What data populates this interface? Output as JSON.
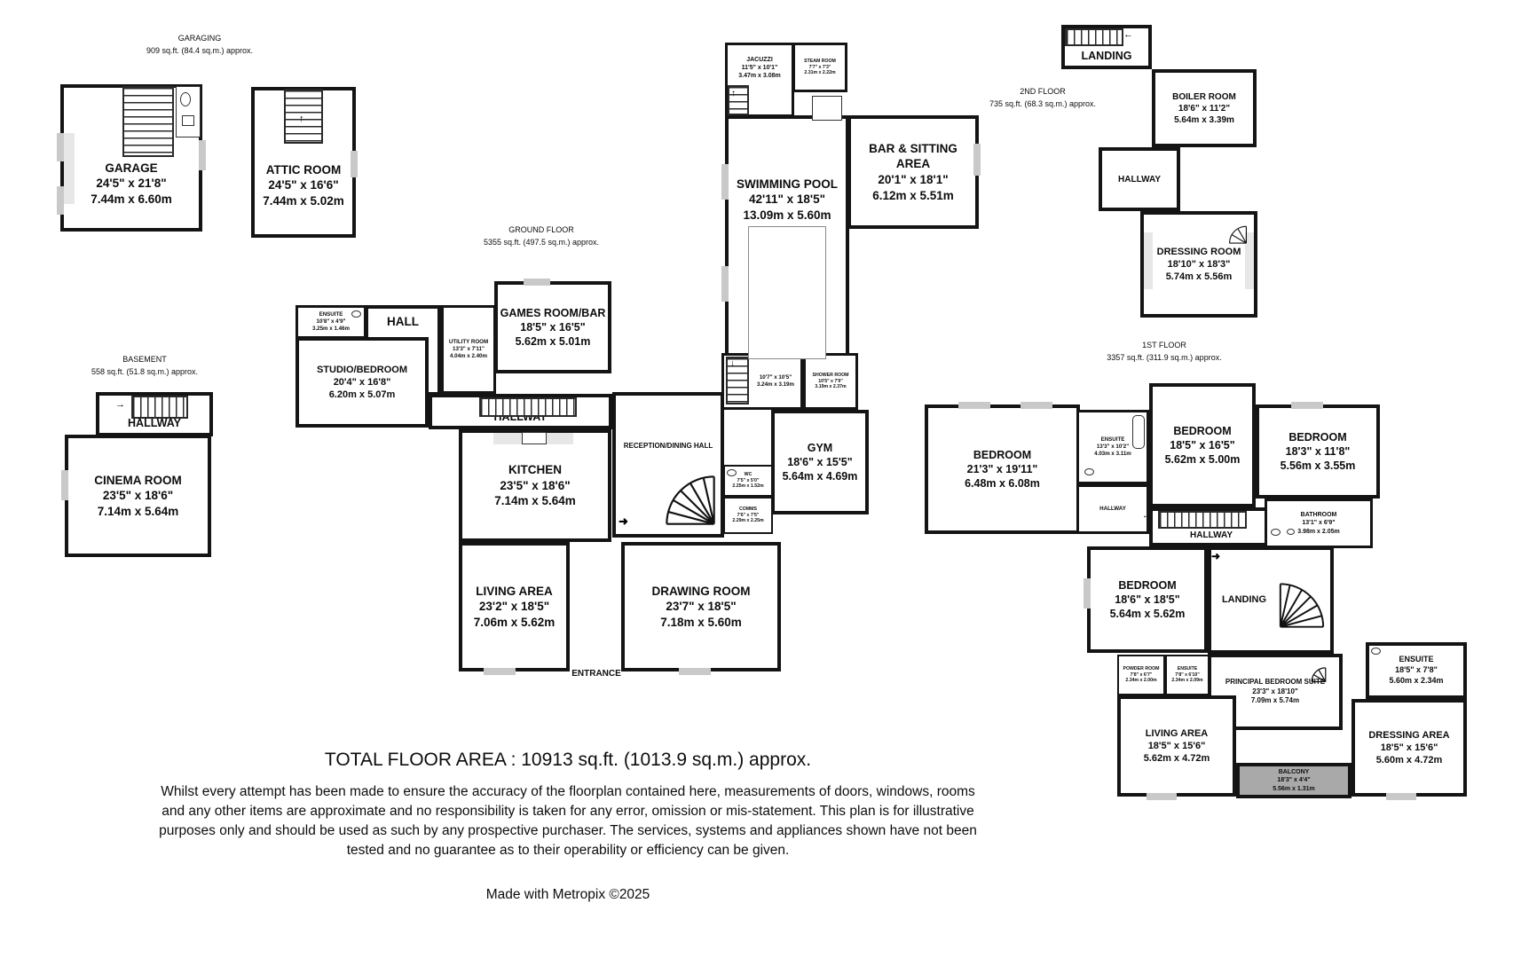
{
  "colors": {
    "wall": "#141414",
    "window_marker": "#c9c9c9",
    "balcony_fill": "#a9a9a9"
  },
  "sections": {
    "garaging": {
      "title": "GARAGING",
      "area": "909 sq.ft. (84.4 sq.m.) approx."
    },
    "basement": {
      "title": "BASEMENT",
      "area": "558 sq.ft. (51.8 sq.m.) approx."
    },
    "ground": {
      "title": "GROUND FLOOR",
      "area": "5355 sq.ft. (497.5 sq.m.) approx."
    },
    "second": {
      "title": "2ND FLOOR",
      "area": "735 sq.ft. (68.3 sq.m.) approx."
    },
    "first": {
      "title": "1ST FLOOR",
      "area": "3357 sq.ft. (311.9 sq.m.) approx."
    }
  },
  "rooms": {
    "garage": {
      "name": "GARAGE",
      "imp": "24'5\" x 21'8\"",
      "met": "7.44m x 6.60m"
    },
    "attic": {
      "name": "ATTIC ROOM",
      "imp": "24'5\" x 16'6\"",
      "met": "7.44m x 5.02m"
    },
    "bHall": {
      "name": "HALLWAY"
    },
    "cinema": {
      "name": "CINEMA ROOM",
      "imp": "23'5\" x 18'6\"",
      "met": "7.14m x 5.64m"
    },
    "jacuzzi": {
      "name": "JACUZZI",
      "imp": "11'5\" x 10'1\"",
      "met": "3.47m x 3.08m"
    },
    "steam": {
      "name": "STEAM ROOM",
      "imp": "7'7\" x 7'3\"",
      "met": "2.31m x 2.22m"
    },
    "pool": {
      "name": "SWIMMING POOL",
      "imp": "42'11\" x 18'5\"",
      "met": "13.09m x 5.60m"
    },
    "bar": {
      "name": "BAR & SITTING AREA",
      "imp": "20'1\" x 18'1\"",
      "met": "6.12m x 5.51m"
    },
    "gEnsuite": {
      "name": "ENSUITE",
      "imp": "10'8\" x 4'9\"",
      "met": "3.25m x 1.46m"
    },
    "hall": {
      "name": "HALL"
    },
    "studio": {
      "name": "STUDIO/BEDROOM",
      "imp": "20'4\" x 16'8\"",
      "met": "6.20m x 5.07m"
    },
    "utility": {
      "name": "UTILITY ROOM",
      "imp": "13'3\" x 7'11\"",
      "met": "4.04m x 2.40m"
    },
    "games": {
      "name": "GAMES ROOM/BAR",
      "imp": "18'5\" x 16'5\"",
      "met": "5.62m x 5.01m"
    },
    "gHall": {
      "name": "HALLWAY"
    },
    "kitchen": {
      "name": "KITCHEN",
      "imp": "23'5\" x 18'6\"",
      "met": "7.14m x 5.64m"
    },
    "reception": {
      "name": "RECEPTION/DINING HALL"
    },
    "stairLobby": {
      "imp": "10'7\" x 10'5\"",
      "met": "3.24m x 3.19m"
    },
    "shower": {
      "name": "SHOWER ROOM",
      "imp": "10'5\" x 7'9\"",
      "met": "3.19m x 2.37m"
    },
    "wc": {
      "name": "WC",
      "imp": "7'5\" x 5'0\"",
      "met": "2.25m x 1.52m"
    },
    "comms": {
      "name": "COMMS",
      "imp": "7'6\" x 7'5\"",
      "met": "2.29m x 2.25m"
    },
    "gym": {
      "name": "GYM",
      "imp": "18'6\" x 15'5\"",
      "met": "5.64m x 4.69m"
    },
    "living": {
      "name": "LIVING AREA",
      "imp": "23'2\" x 18'5\"",
      "met": "7.06m x 5.62m"
    },
    "drawing": {
      "name": "DRAWING ROOM",
      "imp": "23'7\" x 18'5\"",
      "met": "7.18m x 5.60m"
    },
    "entrance": {
      "name": "ENTRANCE"
    },
    "landing2": {
      "name": "LANDING"
    },
    "boiler": {
      "name": "BOILER ROOM",
      "imp": "18'6\" x 11'2\"",
      "met": "5.64m x 3.39m"
    },
    "hallway2": {
      "name": "HALLWAY"
    },
    "dressing2": {
      "name": "DRESSING ROOM",
      "imp": "18'10\" x 18'3\"",
      "met": "5.74m x 5.56m"
    },
    "bed1": {
      "name": "BEDROOM",
      "imp": "21'3\" x 19'11\"",
      "met": "6.48m x 6.08m"
    },
    "ensuite1": {
      "name": "ENSUITE",
      "imp": "13'3\" x 10'2\"",
      "met": "4.03m x 3.11m"
    },
    "bed2": {
      "name": "BEDROOM",
      "imp": "18'5\" x 16'5\"",
      "met": "5.62m x 5.00m"
    },
    "bed3": {
      "name": "BEDROOM",
      "imp": "18'3\" x 11'8\"",
      "met": "5.56m x 3.55m"
    },
    "bathroom": {
      "name": "BATHROOM",
      "imp": "13'1\" x 6'9\"",
      "met": "3.98m x 2.05m"
    },
    "hallSmall": {
      "name": "HALLWAY"
    },
    "hallway1": {
      "name": "HALLWAY"
    },
    "bed4": {
      "name": "BEDROOM",
      "imp": "18'6\" x 18'5\"",
      "met": "5.64m x 5.62m"
    },
    "landing1": {
      "name": "LANDING"
    },
    "powder": {
      "name": "POWDER ROOM",
      "imp": "7'8\" x 6'7\"",
      "met": "2.34m x 2.00m"
    },
    "ensuite2": {
      "name": "ENSUITE",
      "imp": "7'8\" x 6'10\"",
      "met": "2.34m x 2.09m"
    },
    "principal": {
      "name": "PRINCIPAL BEDROOM SUITE",
      "imp": "23'3\" x 18'10\"",
      "met": "7.09m x 5.74m"
    },
    "living1": {
      "name": "LIVING AREA",
      "imp": "18'5\" x 15'6\"",
      "met": "5.62m x 4.72m"
    },
    "ensuite3": {
      "name": "ENSUITE",
      "imp": "18'5\" x 7'8\"",
      "met": "5.60m x 2.34m"
    },
    "dressingArea": {
      "name": "DRESSING AREA",
      "imp": "18'5\" x 15'6\"",
      "met": "5.60m x 4.72m"
    },
    "balcony": {
      "name": "BALCONY",
      "imp": "18'3\" x 4'4\"",
      "met": "5.56m x 1.31m"
    }
  },
  "footer": {
    "total": "TOTAL FLOOR AREA : 10913 sq.ft. (1013.9 sq.m.) approx.",
    "disclaimer": "Whilst every attempt has been made to ensure the accuracy of the floorplan contained here, measurements of doors, windows, rooms and any other items are approximate and no responsibility is taken for any error, omission or mis-statement. This plan is for illustrative purposes only and should be used as such by any prospective purchaser. The services, systems and appliances shown have not been tested and no guarantee as to their operability or efficiency can be given.",
    "credit": "Made with Metropix ©2025"
  }
}
